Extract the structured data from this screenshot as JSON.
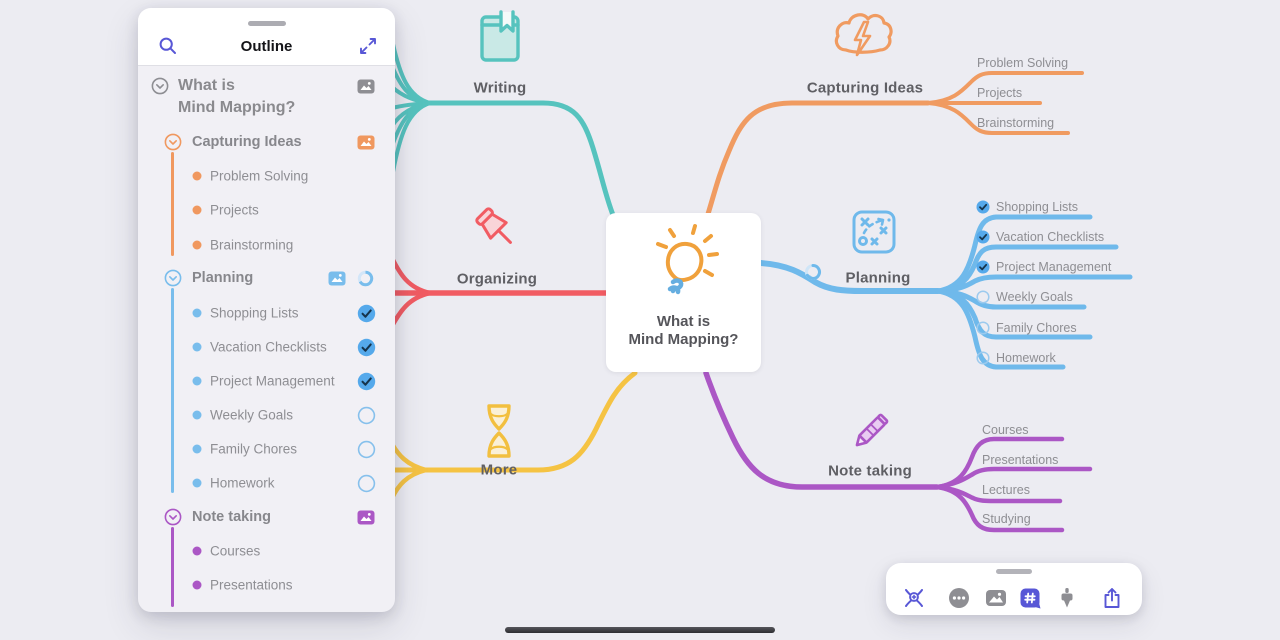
{
  "colors": {
    "teal": "#56C3BE",
    "red": "#F15C63",
    "yellow": "#F5C343",
    "orange": "#F09B61",
    "blue": "#6FB9EB",
    "purple": "#AB57C5",
    "indigo": "#5857D6",
    "gray": "#8E8E93"
  },
  "outline": {
    "title": "Outline",
    "root": {
      "line1": "What is",
      "line2": "Mind Mapping?"
    },
    "sections": [
      {
        "label": "Capturing Ideas",
        "children": [
          "Problem Solving",
          "Projects",
          "Brainstorming"
        ]
      },
      {
        "label": "Planning",
        "children": [
          "Shopping Lists",
          "Vacation Checklists",
          "Project Management",
          "Weekly Goals",
          "Family Chores",
          "Homework"
        ],
        "checked": [
          true,
          true,
          true,
          false,
          false,
          false
        ]
      },
      {
        "label": "Note taking",
        "children": [
          "Courses",
          "Presentations"
        ]
      }
    ]
  },
  "map": {
    "center": {
      "line1": "What is",
      "line2": "Mind Mapping?"
    },
    "branches": {
      "writing": {
        "label": "Writing"
      },
      "organizing": {
        "label": "Organizing"
      },
      "more": {
        "label": "More"
      },
      "capturing": {
        "label": "Capturing Ideas",
        "children": [
          "Problem Solving",
          "Projects",
          "Brainstorming"
        ]
      },
      "planning": {
        "label": "Planning",
        "children": [
          {
            "label": "Shopping Lists",
            "checked": true
          },
          {
            "label": "Vacation Checklists",
            "checked": true
          },
          {
            "label": "Project Management",
            "checked": true
          },
          {
            "label": "Weekly Goals",
            "checked": false
          },
          {
            "label": "Family Chores",
            "checked": false
          },
          {
            "label": "Homework",
            "checked": false
          }
        ]
      },
      "note": {
        "label": "Note taking",
        "children": [
          "Courses",
          "Presentations",
          "Lectures",
          "Studying"
        ]
      }
    }
  },
  "toolbar": {
    "icons": [
      "node-connect",
      "more-options",
      "image",
      "tags",
      "style-brush",
      "share"
    ]
  }
}
